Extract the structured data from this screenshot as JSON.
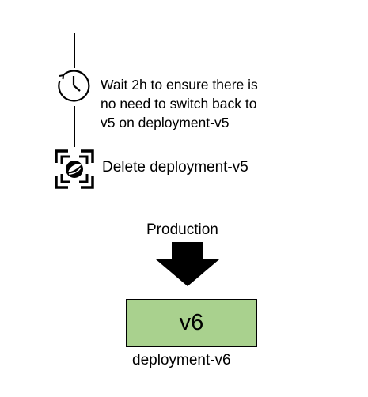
{
  "steps": {
    "wait": {
      "icon": "clock-icon",
      "lines": [
        "Wait 2h to ensure there is",
        "no need to switch back to",
        "v5 on deployment-v5"
      ]
    },
    "delete": {
      "icon": "spring-boot-icon",
      "label": "Delete deployment-v5"
    }
  },
  "environment": {
    "label": "Production",
    "icon": "down-arrow-icon"
  },
  "deployment": {
    "version": "v6",
    "name": "deployment-v6",
    "fill_color": "#a9d18e"
  }
}
